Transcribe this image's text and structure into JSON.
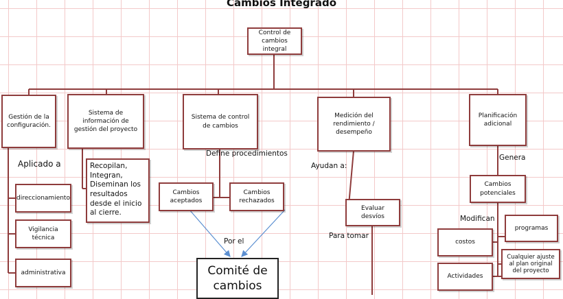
{
  "title": "Cambios Integrado",
  "root": "Control de cambios integral",
  "branches": {
    "configuracion": "Gestión de la configuración.",
    "sistema_info": "Sistema de información de gestión del proyecto",
    "sistema_control": "Sistema de control de cambios",
    "medicion": "Medición del rendimiento / desempeño",
    "planificacion": "Planificación adicional"
  },
  "configuracion": {
    "connector": "Aplicado a",
    "items": [
      "direccionamiento",
      "Vigilancia técnica",
      "administrativa"
    ]
  },
  "sistema_info": {
    "note": "Recopilan, Integran, Diseminan los resultados desde el inicio al cierre."
  },
  "sistema_control": {
    "connector": "Define procedimientos",
    "aceptados": "Cambios aceptados",
    "rechazados": "Cambios rechazados",
    "por_el": "Por el",
    "comite": "Comité de cambios"
  },
  "medicion": {
    "connector": "Ayudan a:",
    "evaluar": "Evaluar desvíos",
    "para_tomar": "Para tomar"
  },
  "planificacion": {
    "connector": "Genera",
    "potenciales": "Cambios potenciales",
    "modifican": "Modifican",
    "costos": "costos",
    "actividades": "Actividades",
    "programas": "programas",
    "ajuste": "Cualquier ajuste al plan original del proyecto"
  },
  "colors": {
    "box_border": "#8e3b3b",
    "line": "#8e3b3b",
    "arrow": "#5b8fd1"
  }
}
